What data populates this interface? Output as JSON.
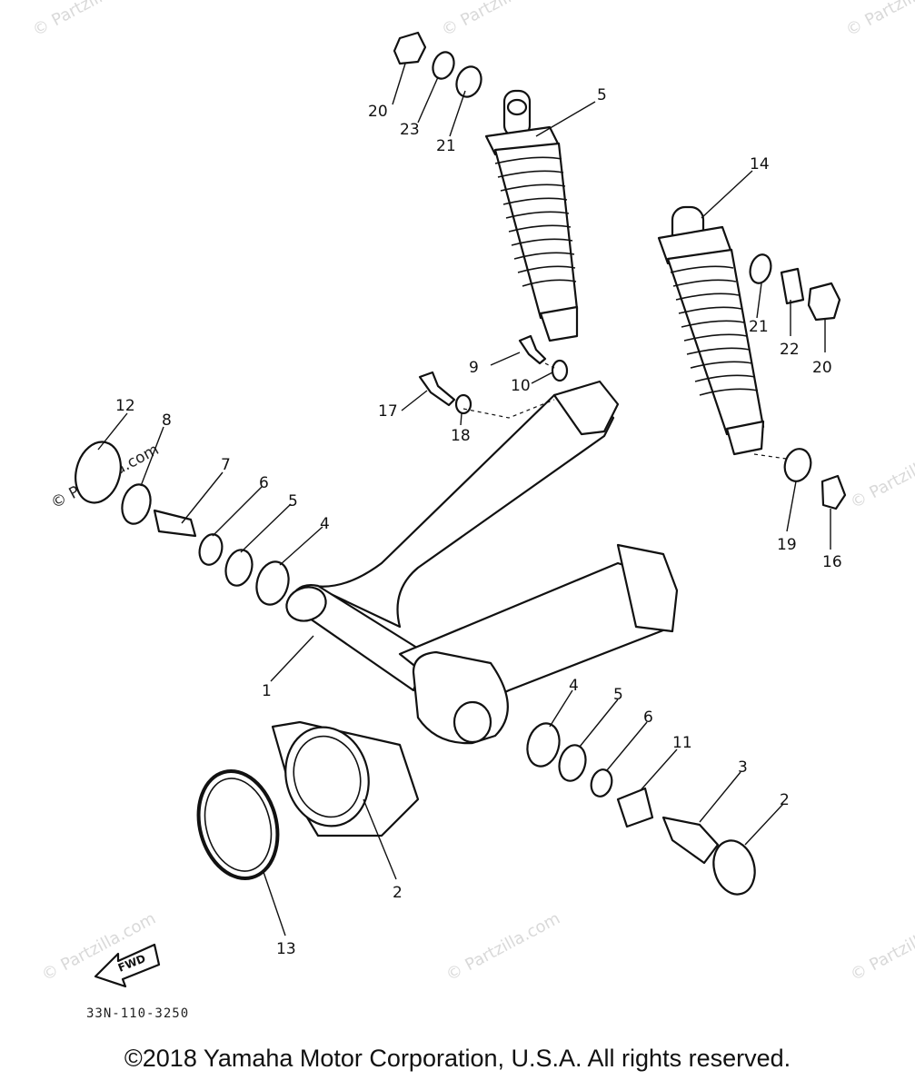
{
  "watermark": "© Partzilla.com",
  "drawing_code": "33N-110-3250",
  "fwd_label": "FWD",
  "copyright": "©2018  Yamaha Motor Corporation, U.S.A. All rights reserved.",
  "callouts": [
    "1",
    "2",
    "2",
    "3",
    "4",
    "4",
    "5",
    "5",
    "5",
    "6",
    "6",
    "7",
    "8",
    "9",
    "10",
    "11",
    "12",
    "13",
    "14",
    "16",
    "17",
    "18",
    "19",
    "20",
    "20",
    "21",
    "21",
    "22",
    "23"
  ]
}
